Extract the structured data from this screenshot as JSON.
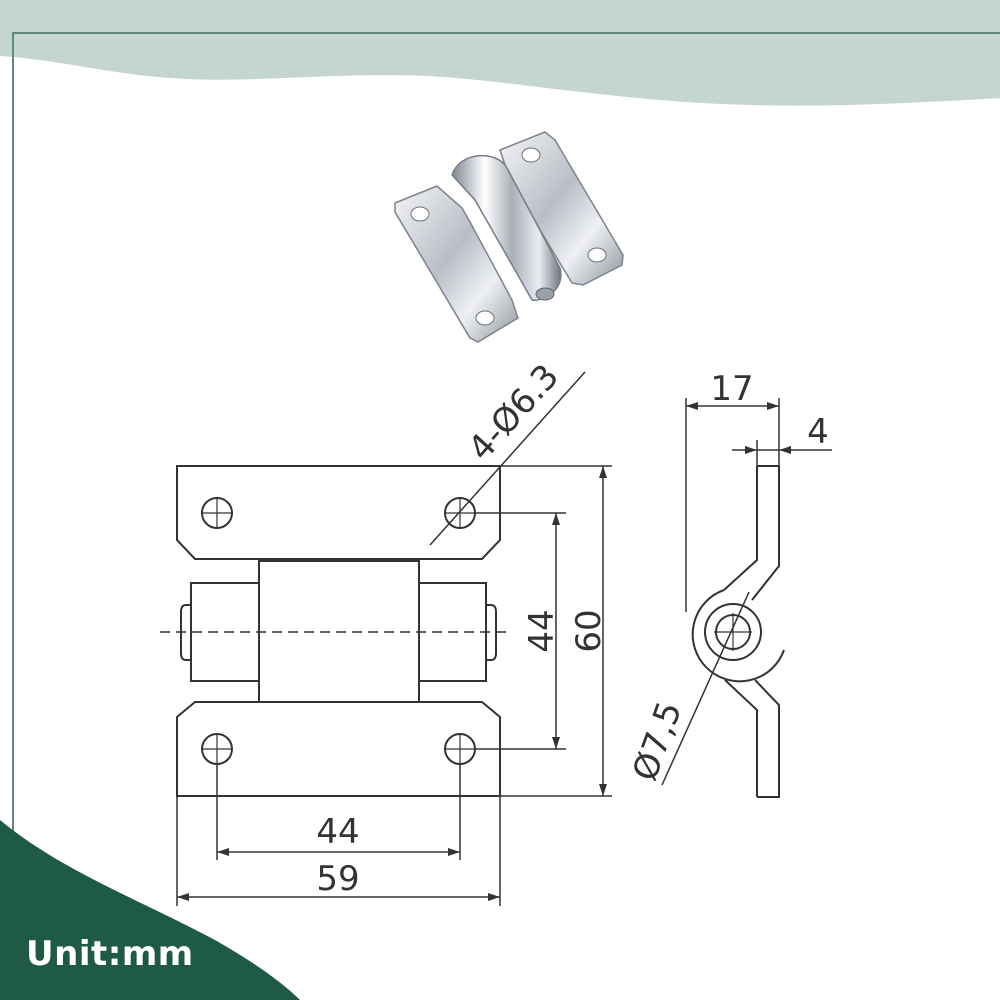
{
  "drawing": {
    "hole_callout": "4-Ø6.3",
    "hole_spacing_vertical": "44",
    "overall_height": "60",
    "hole_spacing_horizontal": "44",
    "overall_width": "59",
    "side_depth": "17",
    "plate_thickness": "4",
    "pin_diameter": "Ø7,5"
  },
  "unit_label": "Unit:mm",
  "colors": {
    "band_light": "#c5d6cf",
    "frame_line": "#5e8a78",
    "corner_dark": "#1f5a45",
    "line": "#333333"
  }
}
